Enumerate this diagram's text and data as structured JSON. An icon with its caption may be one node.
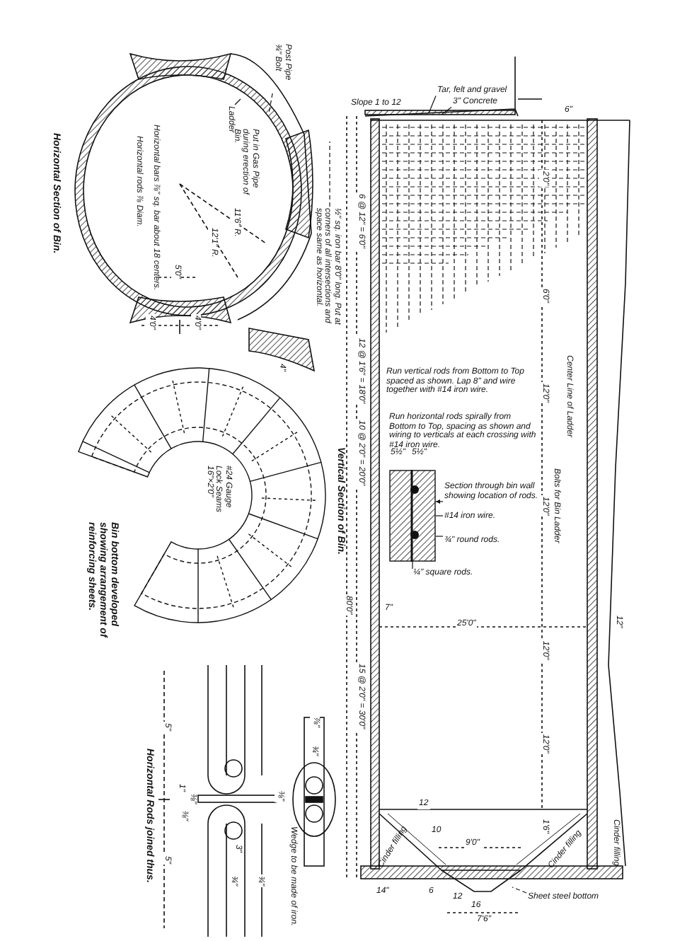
{
  "diagram": {
    "nodes": [
      {
        "text": [
          "Section through bin wall showing location of rods."
        ]
      },
      {
        "text": [
          "#14 iron wire."
        ]
      },
      {
        "text": [
          "¾\" round rods."
        ]
      },
      {
        "text": [
          "¼\" square rods."
        ]
      },
      {
        "text": [],
        "shape": "box"
      },
      {
        "text": [
          "Sheet steel bottom"
        ]
      },
      {
        "text": [
          "Post Pipe ¾\" Bolt"
        ]
      },
      {
        "text": [
          "Ladder"
        ]
      },
      {
        "text": [
          "Tar, felt and gravel"
        ]
      },
      {
        "text": [
          "3\" Concrete"
        ]
      },
      {
        "text": [
          "½\" sq. iron bar 8'0\" long. Put at corners of all intersections and space same as horizontal."
        ]
      }
    ],
    "edges": [
      {
        "from": 0,
        "to": 4,
        "arrow": "to"
      },
      {
        "from": 1,
        "to": 4,
        "arrow": "none"
      },
      {
        "from": 2,
        "to": 4,
        "arrow": "none"
      },
      {
        "from": 3,
        "to": 4,
        "arrow": "none"
      },
      {
        "from": 5,
        "to": null,
        "arrow": "none",
        "style": "dashed"
      },
      {
        "from": 6,
        "to": null,
        "arrow": "none",
        "style": "dashed"
      },
      {
        "from": 7,
        "to": null,
        "arrow": "none"
      },
      {
        "from": 8,
        "to": null,
        "arrow": "none"
      },
      {
        "from": 9,
        "to": null,
        "arrow": "none"
      },
      {
        "from": 10,
        "to": null,
        "arrow": "none",
        "style": "dashed"
      }
    ],
    "labels": [
      "Horizontal Section of Bin.",
      "Put in Gas Pipe during erection of Bin.",
      "Horizontal bars ⅞\" sq. bar about 18 centers.",
      "Horizontal rods ⅞ Diam.",
      "11'6\" R.",
      "12'1\" R.",
      "5'0\"",
      "4'0\"",
      "4'0\"",
      "4\"",
      "#24 Gauge Lock Seams 16\"×2'0\"",
      "Bin bottom developed showing arrangement of reinforcing sheets.",
      "Vertical Section of Bin.",
      "Horizontal Rods joined thus.",
      "5\"",
      "5\"",
      "1\"",
      "⅜\"",
      "⅜\"",
      "3\"",
      "¾\"",
      "¾\"",
      "⅞\"",
      "¾\"",
      "⅜\"",
      "Wedge to be made of iron.",
      "Slope 1 to 12",
      "6\"",
      "Run vertical rods from Bottom to Top spaced as shown. Lap 8\" and wire together with #14 iron wire.",
      "Run horizontal rods spirally from Bottom to Top, spacing as shown and wiring to verticals at each crossing with #14 iron wire.",
      "5½\"",
      "5½\"",
      "7\"",
      "25'0\"",
      "12\"",
      "Center Line of Ladder",
      "Bolts for Bin Ladder",
      "2'0\"",
      "6'0\"",
      "12'0\"",
      "12'0\"",
      "12'0\"",
      "12'0\"",
      "1'6\"",
      "6 @ 12\" = 6'0\"",
      "12 @ 1'6\" = 18'0\"",
      "10 @ 2'0\" = 20'0\"",
      "15 @ 2'0\" = 30'0\"",
      "80'0\"",
      "12",
      "10",
      "9'0\"",
      "Cinder filling",
      "Cinder filling",
      "Cinder filling",
      "14\"",
      "6",
      "12",
      "16",
      "7'6\""
    ]
  }
}
